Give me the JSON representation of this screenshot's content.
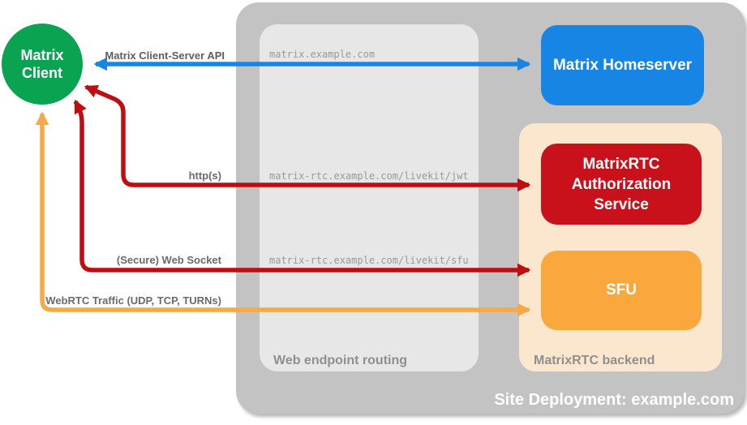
{
  "nodes": {
    "client": "Matrix Client",
    "homeserver": "Matrix Homeserver",
    "auth_service": "MatrixRTC Authorization Service",
    "sfu": "SFU"
  },
  "containers": {
    "routing": "Web endpoint routing",
    "backend": "MatrixRTC backend",
    "site": "Site Deployment: example.com"
  },
  "endpoints": [
    "matrix.example.com",
    "matrix-rtc.example.com/livekit/jwt",
    "matrix-rtc.example.com/livekit/sfu"
  ],
  "arrows": {
    "client_server_api": "Matrix Client-Server API",
    "https": "http(s)",
    "websocket": "(Secure) Web Socket",
    "webrtc": "WebRTC Traffic (UDP, TCP, TURNs)"
  },
  "colors": {
    "client_green": "#09A351",
    "homeserver_blue": "#1685E3",
    "auth_red": "#C8111A",
    "sfu_orange": "#FAA83E",
    "backend_peach": "#FBE7CE",
    "routing_gray": "#E7E7E7",
    "site_gray": "#C3C3C3",
    "arrow_blue": "#1685E3",
    "arrow_red": "#C00D12",
    "arrow_orange": "#F9A845"
  }
}
